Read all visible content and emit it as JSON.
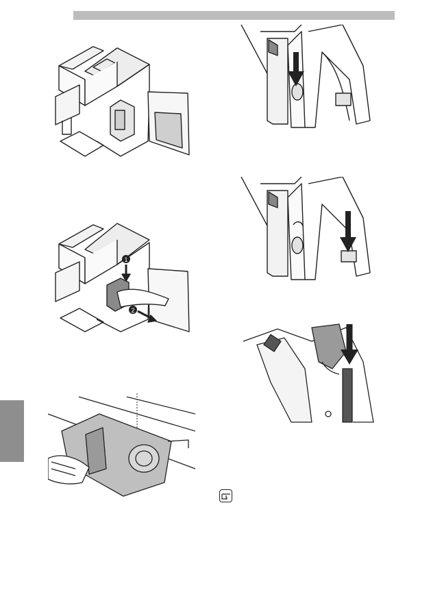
{
  "page": {
    "header_bar_color": "#bdbdbd",
    "side_tab_color": "#8e8e8e"
  },
  "figures": [
    {
      "name": "machine-door-open",
      "icon": "machine-illustration"
    },
    {
      "name": "brew-unit-removal",
      "icon": "machine-illustration",
      "step_markers": [
        "1",
        "2"
      ]
    },
    {
      "name": "brew-unit-rinse",
      "icon": "rinse-illustration"
    },
    {
      "name": "brew-unit-lever-down",
      "icon": "brew-unit-detail"
    },
    {
      "name": "brew-unit-lever-press",
      "icon": "brew-unit-detail"
    },
    {
      "name": "brew-unit-insert",
      "icon": "brew-unit-detail"
    }
  ],
  "note": {
    "icon": "pointing-hand-icon"
  }
}
